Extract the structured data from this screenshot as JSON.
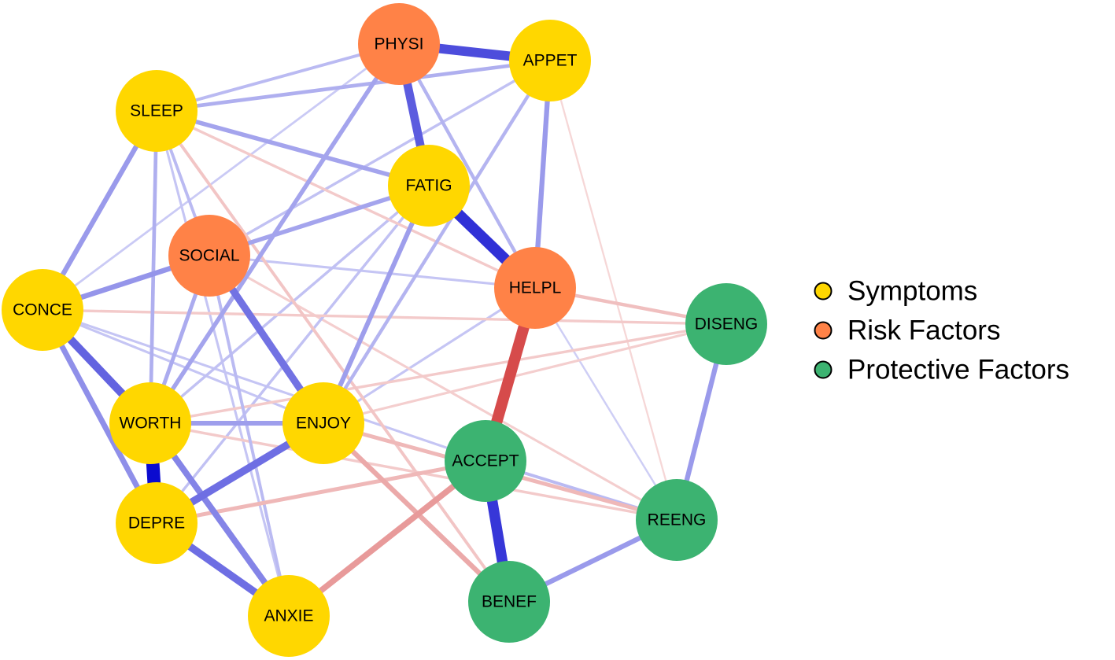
{
  "group_colors": {
    "symptom": "#FFD700",
    "risk": "#FF8247",
    "protective": "#3CB371"
  },
  "edge_colors": {
    "positive": "#0000CD",
    "negative": "#CD2626"
  },
  "nodes": [
    {
      "id": "PHYSI",
      "label": "PHYSI",
      "group": "risk"
    },
    {
      "id": "APPET",
      "label": "APPET",
      "group": "symptom"
    },
    {
      "id": "SLEEP",
      "label": "SLEEP",
      "group": "symptom"
    },
    {
      "id": "FATIG",
      "label": "FATIG",
      "group": "symptom"
    },
    {
      "id": "SOCIAL",
      "label": "SOCIAL",
      "group": "risk"
    },
    {
      "id": "HELPL",
      "label": "HELPL",
      "group": "risk"
    },
    {
      "id": "CONCE",
      "label": "CONCE",
      "group": "symptom"
    },
    {
      "id": "DISENG",
      "label": "DISENG",
      "group": "protective"
    },
    {
      "id": "WORTH",
      "label": "WORTH",
      "group": "symptom"
    },
    {
      "id": "ENJOY",
      "label": "ENJOY",
      "group": "symptom"
    },
    {
      "id": "ACCEPT",
      "label": "ACCEPT",
      "group": "protective"
    },
    {
      "id": "DEPRE",
      "label": "DEPRE",
      "group": "symptom"
    },
    {
      "id": "REENG",
      "label": "REENG",
      "group": "protective"
    },
    {
      "id": "ANXIE",
      "label": "ANXIE",
      "group": "symptom"
    },
    {
      "id": "BENEF",
      "label": "BENEF",
      "group": "protective"
    }
  ],
  "edges": [
    {
      "source": "PHYSI",
      "target": "APPET",
      "sign": "positive",
      "weight": 0.65
    },
    {
      "source": "PHYSI",
      "target": "FATIG",
      "sign": "positive",
      "weight": 0.58
    },
    {
      "source": "FATIG",
      "target": "HELPL",
      "sign": "positive",
      "weight": 0.78
    },
    {
      "source": "HELPL",
      "target": "ACCEPT",
      "sign": "negative",
      "weight": 0.8
    },
    {
      "source": "ACCEPT",
      "target": "BENEF",
      "sign": "positive",
      "weight": 0.75
    },
    {
      "source": "WORTH",
      "target": "DEPRE",
      "sign": "positive",
      "weight": 0.95
    },
    {
      "source": "CONCE",
      "target": "WORTH",
      "sign": "positive",
      "weight": 0.55
    },
    {
      "source": "DEPRE",
      "target": "ANXIE",
      "sign": "positive",
      "weight": 0.5
    },
    {
      "source": "ENJOY",
      "target": "DEPRE",
      "sign": "positive",
      "weight": 0.5
    },
    {
      "source": "SOCIAL",
      "target": "ENJOY",
      "sign": "positive",
      "weight": 0.48
    },
    {
      "source": "WORTH",
      "target": "ANXIE",
      "sign": "positive",
      "weight": 0.4
    },
    {
      "source": "CONCE",
      "target": "DEPRE",
      "sign": "positive",
      "weight": 0.35
    },
    {
      "source": "SOCIAL",
      "target": "CONCE",
      "sign": "positive",
      "weight": 0.32
    },
    {
      "source": "APPET",
      "target": "HELPL",
      "sign": "positive",
      "weight": 0.3
    },
    {
      "source": "DISENG",
      "target": "REENG",
      "sign": "positive",
      "weight": 0.3
    },
    {
      "source": "REENG",
      "target": "BENEF",
      "sign": "positive",
      "weight": 0.3
    },
    {
      "source": "SLEEP",
      "target": "CONCE",
      "sign": "positive",
      "weight": 0.3
    },
    {
      "source": "WORTH",
      "target": "ENJOY",
      "sign": "positive",
      "weight": 0.28
    },
    {
      "source": "FATIG",
      "target": "ENJOY",
      "sign": "positive",
      "weight": 0.28
    },
    {
      "source": "SOCIAL",
      "target": "FATIG",
      "sign": "positive",
      "weight": 0.25
    },
    {
      "source": "SLEEP",
      "target": "FATIG",
      "sign": "positive",
      "weight": 0.25
    },
    {
      "source": "PHYSI",
      "target": "WORTH",
      "sign": "positive",
      "weight": 0.25
    },
    {
      "source": "SOCIAL",
      "target": "WORTH",
      "sign": "positive",
      "weight": 0.22
    },
    {
      "source": "SLEEP",
      "target": "WORTH",
      "sign": "positive",
      "weight": 0.2
    },
    {
      "source": "SLEEP",
      "target": "APPET",
      "sign": "positive",
      "weight": 0.2
    },
    {
      "source": "APPET",
      "target": "ENJOY",
      "sign": "positive",
      "weight": 0.18
    },
    {
      "source": "PHYSI",
      "target": "HELPL",
      "sign": "positive",
      "weight": 0.18
    },
    {
      "source": "PHYSI",
      "target": "SLEEP",
      "sign": "positive",
      "weight": 0.15
    },
    {
      "source": "APPET",
      "target": "SOCIAL",
      "sign": "positive",
      "weight": 0.12
    },
    {
      "source": "SOCIAL",
      "target": "ANXIE",
      "sign": "positive",
      "weight": 0.15
    },
    {
      "source": "SLEEP",
      "target": "SOCIAL",
      "sign": "positive",
      "weight": 0.15
    },
    {
      "source": "FATIG",
      "target": "WORTH",
      "sign": "positive",
      "weight": 0.12
    },
    {
      "source": "ACCEPT",
      "target": "REENG",
      "sign": "positive",
      "weight": 0.15
    },
    {
      "source": "FATIG",
      "target": "DEPRE",
      "sign": "positive",
      "weight": 0.12
    },
    {
      "source": "ENJOY",
      "target": "HELPL",
      "sign": "positive",
      "weight": 0.1
    },
    {
      "source": "CONCE",
      "target": "ENJOY",
      "sign": "positive",
      "weight": 0.1
    },
    {
      "source": "SLEEP",
      "target": "ANXIE",
      "sign": "positive",
      "weight": 0.1
    },
    {
      "source": "CONCE",
      "target": "ACCEPT",
      "sign": "positive",
      "weight": 0.1
    },
    {
      "source": "SOCIAL",
      "target": "HELPL",
      "sign": "positive",
      "weight": 0.1
    },
    {
      "source": "PHYSI",
      "target": "CONCE",
      "sign": "positive",
      "weight": 0.08
    },
    {
      "source": "HELPL",
      "target": "REENG",
      "sign": "positive",
      "weight": 0.06
    },
    {
      "source": "ANXIE",
      "target": "ACCEPT",
      "sign": "negative",
      "weight": 0.38
    },
    {
      "source": "ENJOY",
      "target": "BENEF",
      "sign": "negative",
      "weight": 0.3
    },
    {
      "source": "DEPRE",
      "target": "ACCEPT",
      "sign": "negative",
      "weight": 0.22
    },
    {
      "source": "ENJOY",
      "target": "REENG",
      "sign": "negative",
      "weight": 0.22
    },
    {
      "source": "HELPL",
      "target": "DISENG",
      "sign": "negative",
      "weight": 0.18
    },
    {
      "source": "SLEEP",
      "target": "BENEF",
      "sign": "negative",
      "weight": 0.15
    },
    {
      "source": "WORTH",
      "target": "REENG",
      "sign": "negative",
      "weight": 0.12
    },
    {
      "source": "SLEEP",
      "target": "HELPL",
      "sign": "negative",
      "weight": 0.12
    },
    {
      "source": "CONCE",
      "target": "DISENG",
      "sign": "negative",
      "weight": 0.12
    },
    {
      "source": "WORTH",
      "target": "DISENG",
      "sign": "negative",
      "weight": 0.12
    },
    {
      "source": "SOCIAL",
      "target": "REENG",
      "sign": "negative",
      "weight": 0.1
    },
    {
      "source": "ENJOY",
      "target": "DISENG",
      "sign": "negative",
      "weight": 0.1
    },
    {
      "source": "APPET",
      "target": "REENG",
      "sign": "negative",
      "weight": 0.05
    }
  ],
  "legend": {
    "items": [
      {
        "group": "symptom",
        "label": "Symptoms"
      },
      {
        "group": "risk",
        "label": "Risk Factors"
      },
      {
        "group": "protective",
        "label": "Protective Factors"
      }
    ]
  }
}
